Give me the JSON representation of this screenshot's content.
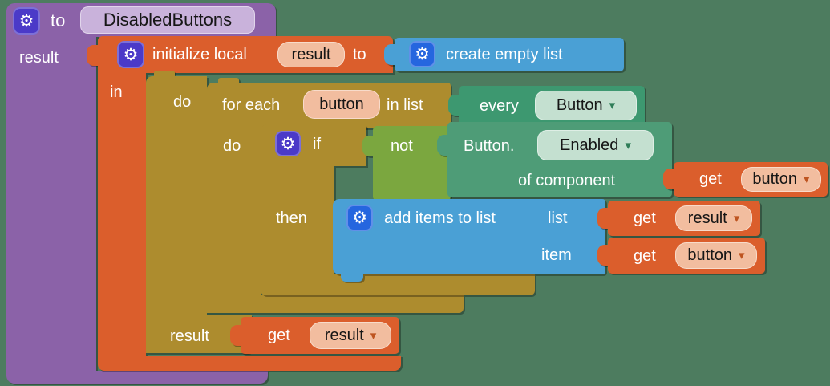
{
  "colors": {
    "background": "#4D7C5F",
    "procedure_purple": "#8B62A8",
    "procedure_pill": "#C9B2DB",
    "variable_orange": "#DB5E2C",
    "variable_pill": "#F2BD9F",
    "control_gold": "#AD8C2E",
    "logic_green": "#7BA73F",
    "component_green": "#3D9870",
    "property_teal": "#4E9C77",
    "list_blue": "#4AA0D5",
    "gear_indigo": "#4B3AC8",
    "gear_blue": "#2566DF",
    "pill_green": "#C4E0D0"
  },
  "icons": {
    "gear": "⚙",
    "dropdown_arrow": "▾"
  },
  "procedure": {
    "to_label": "to",
    "name": "DisabledButtons",
    "result_label": "result"
  },
  "init_local": {
    "label": "initialize local",
    "var_name": "result",
    "to_label": "to",
    "in_label": "in"
  },
  "create_empty_list": {
    "label": "create empty list"
  },
  "do_result": {
    "do_label": "do",
    "result_label": "result"
  },
  "for_each": {
    "label_prefix": "for each",
    "var_name": "button",
    "label_suffix": "in list",
    "do_label": "do"
  },
  "every_component": {
    "label": "every",
    "dropdown": "Button"
  },
  "if_block": {
    "label": "if",
    "then_label": "then"
  },
  "not_block": {
    "label": "not"
  },
  "property_block": {
    "component": "Button.",
    "dropdown": "Enabled",
    "of_label": "of component"
  },
  "add_items": {
    "label": "add items to list",
    "list_label": "list",
    "item_label": "item"
  },
  "get_blocks": {
    "component_arg": {
      "label": "get",
      "dropdown": "button"
    },
    "list_arg": {
      "label": "get",
      "dropdown": "result"
    },
    "item_arg": {
      "label": "get",
      "dropdown": "button"
    },
    "result_return": {
      "label": "get",
      "dropdown": "result"
    }
  }
}
